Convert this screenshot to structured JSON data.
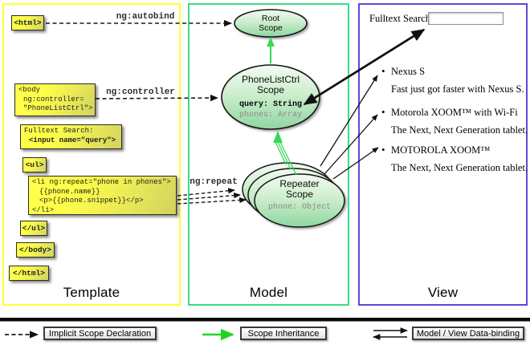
{
  "panels": {
    "template": {
      "title": "Template"
    },
    "model": {
      "title": "Model"
    },
    "view": {
      "title": "View"
    }
  },
  "template": {
    "html_open": "<html>",
    "body_lines": [
      "<body",
      "ng:controller=",
      "\"PhoneListCtrl\">"
    ],
    "fulltext": {
      "label": "Fulltext Search:",
      "input_code": "<input name=\"query\">"
    },
    "ul_open": "<ul>",
    "li_lines": [
      "<li ng:repeat=\"phone in phones\">",
      "{{phone.name}}",
      "<p>{{phone.snippet}}</p>",
      "</li>"
    ],
    "ul_close": "</ul>",
    "body_close": "</body>",
    "html_close": "</html>"
  },
  "labels": {
    "autobind": "ng:autobind",
    "controller": "ng:controller",
    "repeat": "ng:repeat"
  },
  "model": {
    "root": {
      "line1": "Root",
      "line2": "Scope"
    },
    "ctrl": {
      "line1": "PhoneListCtrl",
      "line2": "Scope",
      "prop1": "query: String",
      "prop2": "phones: Array"
    },
    "repeater": {
      "line1": "Repeater",
      "line2": "Scope",
      "prop1": "phone: Object"
    }
  },
  "view": {
    "search_label": "Fulltext Search:",
    "search_value": "",
    "items": [
      {
        "name": "Nexus S",
        "desc": "Fast just got faster with Nexus S."
      },
      {
        "name": "Motorola XOOM™ with Wi-Fi",
        "desc": "The Next, Next Generation tablet."
      },
      {
        "name": "MOTOROLA XOOM™",
        "desc": "The Next, Next Generation tablet."
      }
    ]
  },
  "legend": {
    "implicit": "Implicit Scope Declaration",
    "inheritance": "Scope Inheritance",
    "binding": "Model / View Data-binding"
  },
  "icons": {
    "bullet": "•"
  },
  "colors": {
    "c-template-border": "#ffff33",
    "c-model-border": "#3fd98c",
    "c-view-border": "#5a49d8",
    "c-box-yellow": "#ffff4a",
    "c-box-yellow-dark": "#d2d261",
    "c-scope-arrow": "#35d957",
    "c-legend-green": "#22d422",
    "c-ink": "#111111"
  }
}
